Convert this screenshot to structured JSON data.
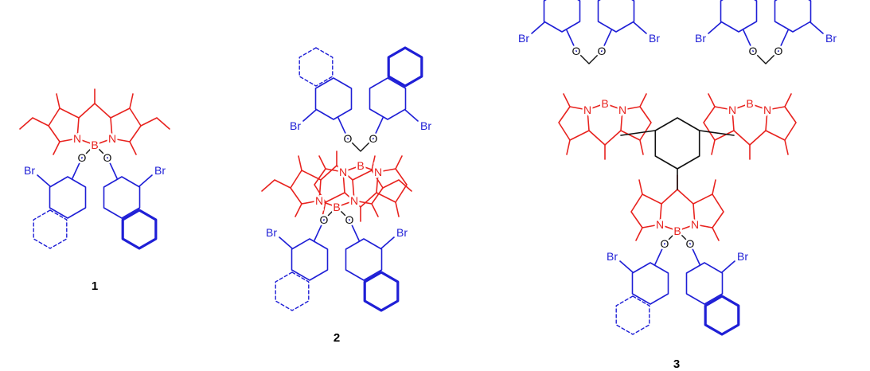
{
  "colors": {
    "bodipy": "#e8231f",
    "binaphthyl": "#1f1fd6",
    "core": "#111111"
  },
  "atoms": {
    "boron": "B",
    "nitrogen": "N",
    "oxygen": "O",
    "bromine": "Br"
  },
  "compounds": [
    {
      "label": "1"
    },
    {
      "label": "2"
    },
    {
      "label": "3"
    }
  ]
}
